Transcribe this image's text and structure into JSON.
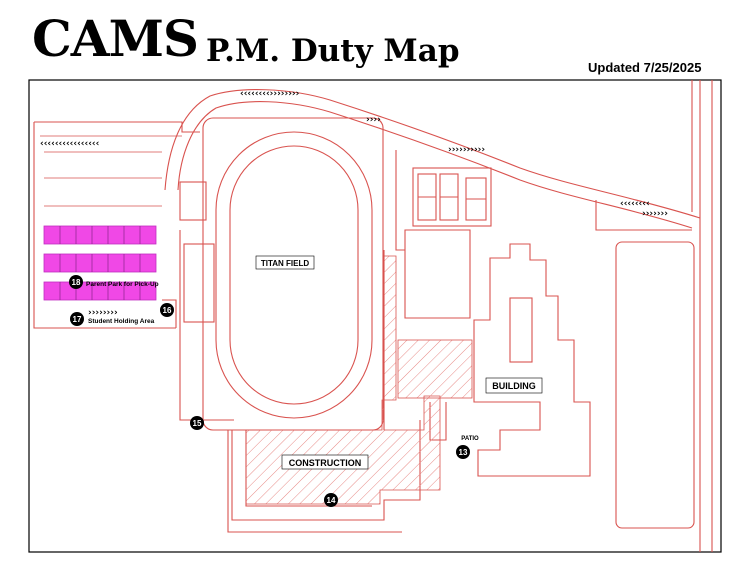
{
  "header": {
    "title": "CAMS",
    "subtitle": "P.M. Duty Map",
    "updated": "Updated 7/25/2025"
  },
  "labels": {
    "field": "TITAN FIELD",
    "building": "BUILDING",
    "construction": "CONSTRUCTION",
    "patio": "PATIO",
    "parent_park": "Parent Park for Pick-Up",
    "holding_area": "Student Holding Area"
  },
  "posts": [
    "13",
    "14",
    "15",
    "16",
    "17",
    "18"
  ],
  "colors": {
    "outline": "#d9534f",
    "parking_highlight": "#f048e6",
    "marker_fill": "#000000",
    "hatch": "#e88b87"
  }
}
